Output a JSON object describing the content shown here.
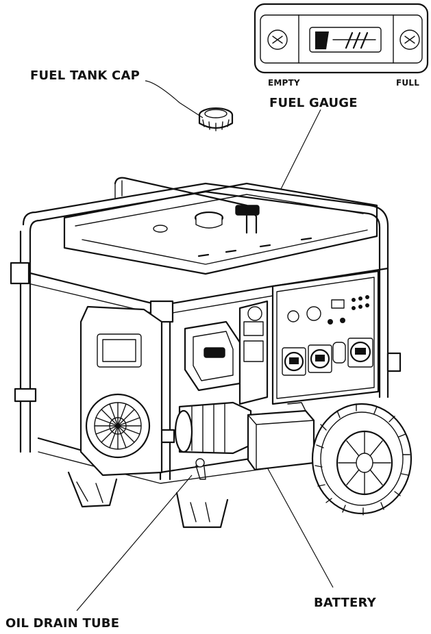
{
  "labels": {
    "fuel_tank_cap": "FUEL TANK CAP",
    "fuel_gauge": "FUEL GAUGE",
    "gauge_empty": "EMPTY",
    "gauge_full": "FULL",
    "battery": "BATTERY",
    "oil_drain_tube": "OIL DRAIN TUBE"
  }
}
